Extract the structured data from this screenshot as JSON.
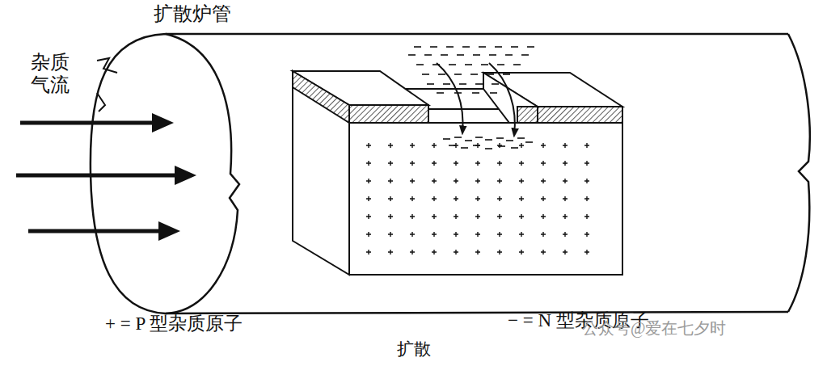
{
  "diagram": {
    "caption": "扩散",
    "labels": [
      "扩散炉管",
      "杂质 气流",
      "+ = P 型杂质原子",
      "− = N 型杂质原子",
      "公众号@爱在七夕时"
    ]
  }
}
